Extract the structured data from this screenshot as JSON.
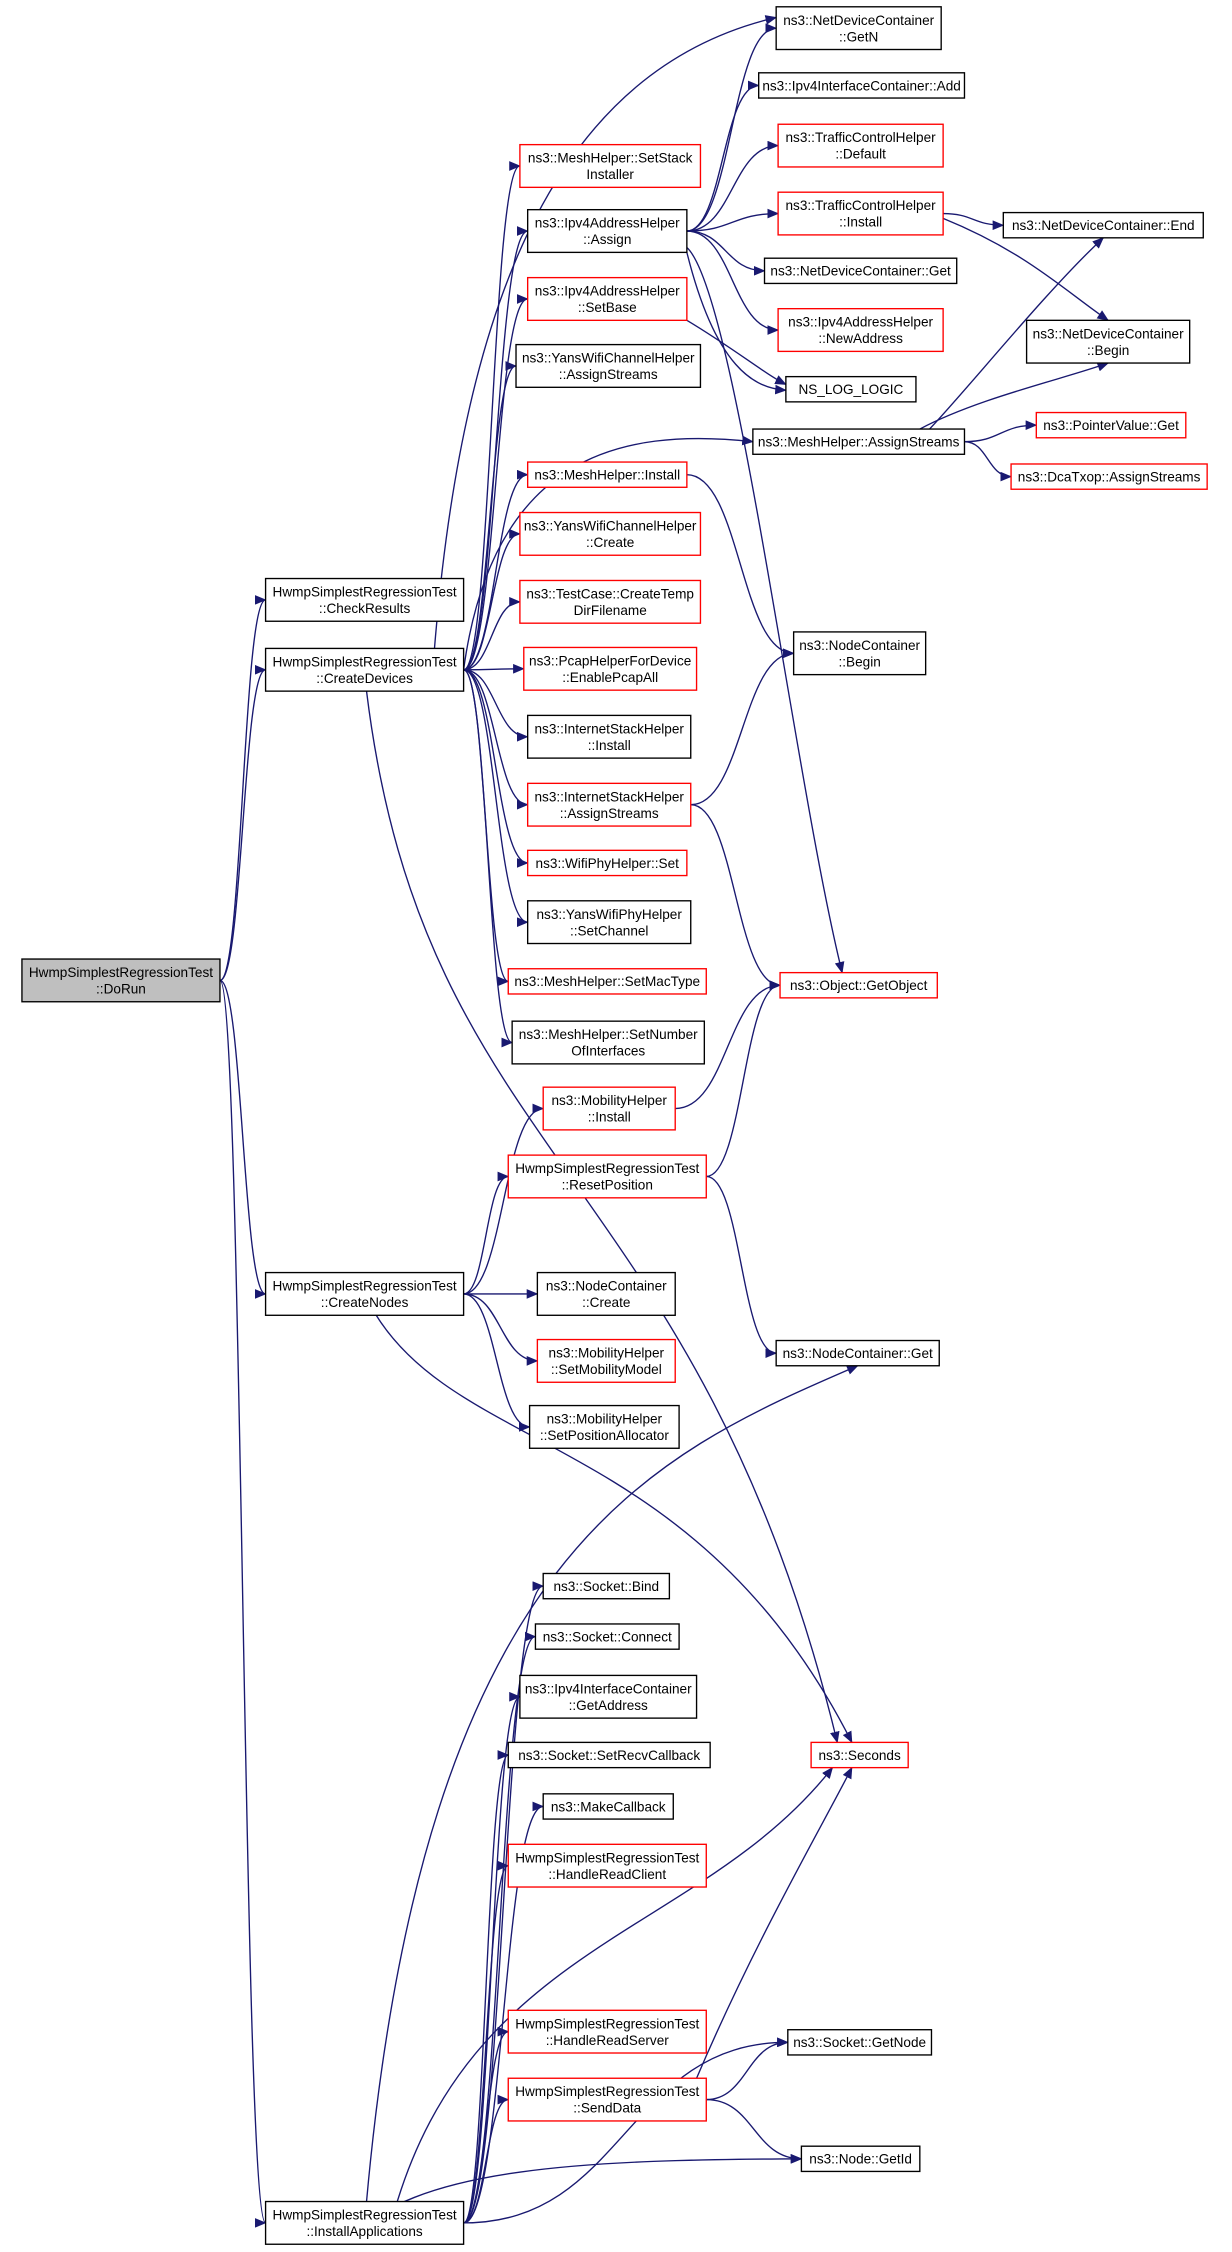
{
  "colors": {
    "edge": "#191970",
    "border_normal": "#000000",
    "border_red": "#ff0000",
    "fill_normal": "#ffffff",
    "fill_root": "#bfbfbf"
  },
  "nodes": [
    {
      "id": "dorun",
      "lines": [
        "HwmpSimplestRegressionTest",
        "::DoRun"
      ],
      "style": "root"
    },
    {
      "id": "checkresults",
      "lines": [
        "HwmpSimplestRegressionTest",
        "::CheckResults"
      ],
      "style": "normal"
    },
    {
      "id": "createdevices",
      "lines": [
        "HwmpSimplestRegressionTest",
        "::CreateDevices"
      ],
      "style": "normal"
    },
    {
      "id": "createnodes",
      "lines": [
        "HwmpSimplestRegressionTest",
        "::CreateNodes"
      ],
      "style": "normal"
    },
    {
      "id": "installapps",
      "lines": [
        "HwmpSimplestRegressionTest",
        "::InstallApplications"
      ],
      "style": "normal"
    },
    {
      "id": "meshstack",
      "lines": [
        "ns3::MeshHelper::SetStack",
        "Installer"
      ],
      "style": "red"
    },
    {
      "id": "ipv4assign",
      "lines": [
        "ns3::Ipv4AddressHelper",
        "::Assign"
      ],
      "style": "normal"
    },
    {
      "id": "ipv4setbase",
      "lines": [
        "ns3::Ipv4AddressHelper",
        "::SetBase"
      ],
      "style": "red"
    },
    {
      "id": "yanschanstreams",
      "lines": [
        "ns3::YansWifiChannelHelper",
        "::AssignStreams"
      ],
      "style": "normal"
    },
    {
      "id": "meshinstall",
      "lines": [
        "ns3::MeshHelper::Install"
      ],
      "style": "red"
    },
    {
      "id": "yanschancreate",
      "lines": [
        "ns3::YansWifiChannelHelper",
        "::Create"
      ],
      "style": "red"
    },
    {
      "id": "testcasetemp",
      "lines": [
        "ns3::TestCase::CreateTemp",
        "DirFilename"
      ],
      "style": "red"
    },
    {
      "id": "pcapall",
      "lines": [
        "ns3::PcapHelperForDevice",
        "::EnablePcapAll"
      ],
      "style": "red"
    },
    {
      "id": "inetinstall",
      "lines": [
        "ns3::InternetStackHelper",
        "::Install"
      ],
      "style": "normal"
    },
    {
      "id": "inetstreams",
      "lines": [
        "ns3::InternetStackHelper",
        "::AssignStreams"
      ],
      "style": "red"
    },
    {
      "id": "wifiphyset",
      "lines": [
        "ns3::WifiPhyHelper::Set"
      ],
      "style": "red"
    },
    {
      "id": "yansphychan",
      "lines": [
        "ns3::YansWifiPhyHelper",
        "::SetChannel"
      ],
      "style": "normal"
    },
    {
      "id": "meshmactype",
      "lines": [
        "ns3::MeshHelper::SetMacType"
      ],
      "style": "red"
    },
    {
      "id": "meshnumif",
      "lines": [
        "ns3::MeshHelper::SetNumber",
        "OfInterfaces"
      ],
      "style": "normal"
    },
    {
      "id": "mobinstall",
      "lines": [
        "ns3::MobilityHelper",
        "::Install"
      ],
      "style": "red"
    },
    {
      "id": "resetpos",
      "lines": [
        "HwmpSimplestRegressionTest",
        "::ResetPosition"
      ],
      "style": "red"
    },
    {
      "id": "ncreate",
      "lines": [
        "ns3::NodeContainer",
        "::Create"
      ],
      "style": "normal"
    },
    {
      "id": "mobsetmodel",
      "lines": [
        "ns3::MobilityHelper",
        "::SetMobilityModel"
      ],
      "style": "red"
    },
    {
      "id": "mobsetalloc",
      "lines": [
        "ns3::MobilityHelper",
        "::SetPositionAllocator"
      ],
      "style": "normal"
    },
    {
      "id": "sockbind",
      "lines": [
        "ns3::Socket::Bind"
      ],
      "style": "normal"
    },
    {
      "id": "sockconnect",
      "lines": [
        "ns3::Socket::Connect"
      ],
      "style": "normal"
    },
    {
      "id": "ipv4icgetaddr",
      "lines": [
        "ns3::Ipv4InterfaceContainer",
        "::GetAddress"
      ],
      "style": "normal"
    },
    {
      "id": "sockrecvcb",
      "lines": [
        "ns3::Socket::SetRecvCallback"
      ],
      "style": "normal"
    },
    {
      "id": "makecb",
      "lines": [
        "ns3::MakeCallback"
      ],
      "style": "normal"
    },
    {
      "id": "readclient",
      "lines": [
        "HwmpSimplestRegressionTest",
        "::HandleReadClient"
      ],
      "style": "red"
    },
    {
      "id": "readserver",
      "lines": [
        "HwmpSimplestRegressionTest",
        "::HandleReadServer"
      ],
      "style": "red"
    },
    {
      "id": "senddata",
      "lines": [
        "HwmpSimplestRegressionTest",
        "::SendData"
      ],
      "style": "red"
    },
    {
      "id": "ndcgetn",
      "lines": [
        "ns3::NetDeviceContainer",
        "::GetN"
      ],
      "style": "normal"
    },
    {
      "id": "ipv4icadd",
      "lines": [
        "ns3::Ipv4InterfaceContainer::Add"
      ],
      "style": "normal"
    },
    {
      "id": "tchdefault",
      "lines": [
        "ns3::TrafficControlHelper",
        "::Default"
      ],
      "style": "red"
    },
    {
      "id": "tchinstall",
      "lines": [
        "ns3::TrafficControlHelper",
        "::Install"
      ],
      "style": "red"
    },
    {
      "id": "ndcget",
      "lines": [
        "ns3::NetDeviceContainer::Get"
      ],
      "style": "normal"
    },
    {
      "id": "newaddr",
      "lines": [
        "ns3::Ipv4AddressHelper",
        "::NewAddress"
      ],
      "style": "red"
    },
    {
      "id": "nslog",
      "lines": [
        "NS_LOG_LOGIC"
      ],
      "style": "normal"
    },
    {
      "id": "meshstreams",
      "lines": [
        "ns3::MeshHelper::AssignStreams"
      ],
      "style": "normal"
    },
    {
      "id": "ncbegin",
      "lines": [
        "ns3::NodeContainer",
        "::Begin"
      ],
      "style": "normal"
    },
    {
      "id": "getobject",
      "lines": [
        "ns3::Object::GetObject"
      ],
      "style": "red"
    },
    {
      "id": "ncget",
      "lines": [
        "ns3::NodeContainer::Get"
      ],
      "style": "normal"
    },
    {
      "id": "seconds",
      "lines": [
        "ns3::Seconds"
      ],
      "style": "red"
    },
    {
      "id": "sockgetnode",
      "lines": [
        "ns3::Socket::GetNode"
      ],
      "style": "normal"
    },
    {
      "id": "nodegetid",
      "lines": [
        "ns3::Node::GetId"
      ],
      "style": "normal"
    },
    {
      "id": "ndcend",
      "lines": [
        "ns3::NetDeviceContainer::End"
      ],
      "style": "normal"
    },
    {
      "id": "ndcbegin",
      "lines": [
        "ns3::NetDeviceContainer",
        "::Begin"
      ],
      "style": "normal"
    },
    {
      "id": "ptrget",
      "lines": [
        "ns3::PointerValue::Get"
      ],
      "style": "red"
    },
    {
      "id": "dcastreams",
      "lines": [
        "ns3::DcaTxop::AssignStreams"
      ],
      "style": "red"
    }
  ],
  "edges": [
    [
      "dorun",
      "checkresults"
    ],
    [
      "dorun",
      "createdevices"
    ],
    [
      "dorun",
      "createnodes"
    ],
    [
      "dorun",
      "installapps"
    ],
    [
      "createdevices",
      "ndcgetn"
    ],
    [
      "createdevices",
      "meshstack"
    ],
    [
      "createdevices",
      "ipv4assign"
    ],
    [
      "createdevices",
      "ipv4setbase"
    ],
    [
      "createdevices",
      "yanschanstreams"
    ],
    [
      "createdevices",
      "meshstreams"
    ],
    [
      "createdevices",
      "meshinstall"
    ],
    [
      "createdevices",
      "yanschancreate"
    ],
    [
      "createdevices",
      "testcasetemp"
    ],
    [
      "createdevices",
      "pcapall"
    ],
    [
      "createdevices",
      "inetinstall"
    ],
    [
      "createdevices",
      "inetstreams"
    ],
    [
      "createdevices",
      "wifiphyset"
    ],
    [
      "createdevices",
      "yansphychan"
    ],
    [
      "createdevices",
      "meshmactype"
    ],
    [
      "createdevices",
      "meshnumif"
    ],
    [
      "createdevices",
      "seconds"
    ],
    [
      "ipv4assign",
      "ndcgetn"
    ],
    [
      "ipv4assign",
      "ipv4icadd"
    ],
    [
      "ipv4assign",
      "tchdefault"
    ],
    [
      "ipv4assign",
      "tchinstall"
    ],
    [
      "ipv4assign",
      "ndcget"
    ],
    [
      "ipv4assign",
      "newaddr"
    ],
    [
      "ipv4assign",
      "nslog"
    ],
    [
      "ipv4assign",
      "getobject"
    ],
    [
      "ipv4setbase",
      "nslog"
    ],
    [
      "tchinstall",
      "ndcend"
    ],
    [
      "tchinstall",
      "ndcbegin"
    ],
    [
      "meshstreams",
      "ndcend"
    ],
    [
      "meshstreams",
      "ndcbegin"
    ],
    [
      "meshstreams",
      "ptrget"
    ],
    [
      "meshstreams",
      "dcastreams"
    ],
    [
      "meshinstall",
      "ncbegin"
    ],
    [
      "inetstreams",
      "ncbegin"
    ],
    [
      "inetstreams",
      "getobject"
    ],
    [
      "createnodes",
      "mobinstall"
    ],
    [
      "createnodes",
      "resetpos"
    ],
    [
      "createnodes",
      "ncreate"
    ],
    [
      "createnodes",
      "mobsetmodel"
    ],
    [
      "createnodes",
      "mobsetalloc"
    ],
    [
      "createnodes",
      "seconds"
    ],
    [
      "mobinstall",
      "getobject"
    ],
    [
      "resetpos",
      "getobject"
    ],
    [
      "resetpos",
      "ncget"
    ],
    [
      "installapps",
      "ncget"
    ],
    [
      "installapps",
      "sockbind"
    ],
    [
      "installapps",
      "sockconnect"
    ],
    [
      "installapps",
      "ipv4icgetaddr"
    ],
    [
      "installapps",
      "sockrecvcb"
    ],
    [
      "installapps",
      "makecb"
    ],
    [
      "installapps",
      "readclient"
    ],
    [
      "installapps",
      "seconds"
    ],
    [
      "installapps",
      "readserver"
    ],
    [
      "installapps",
      "senddata"
    ],
    [
      "installapps",
      "sockgetnode"
    ],
    [
      "installapps",
      "nodegetid"
    ],
    [
      "senddata",
      "seconds"
    ],
    [
      "senddata",
      "sockgetnode"
    ],
    [
      "senddata",
      "nodegetid"
    ]
  ]
}
